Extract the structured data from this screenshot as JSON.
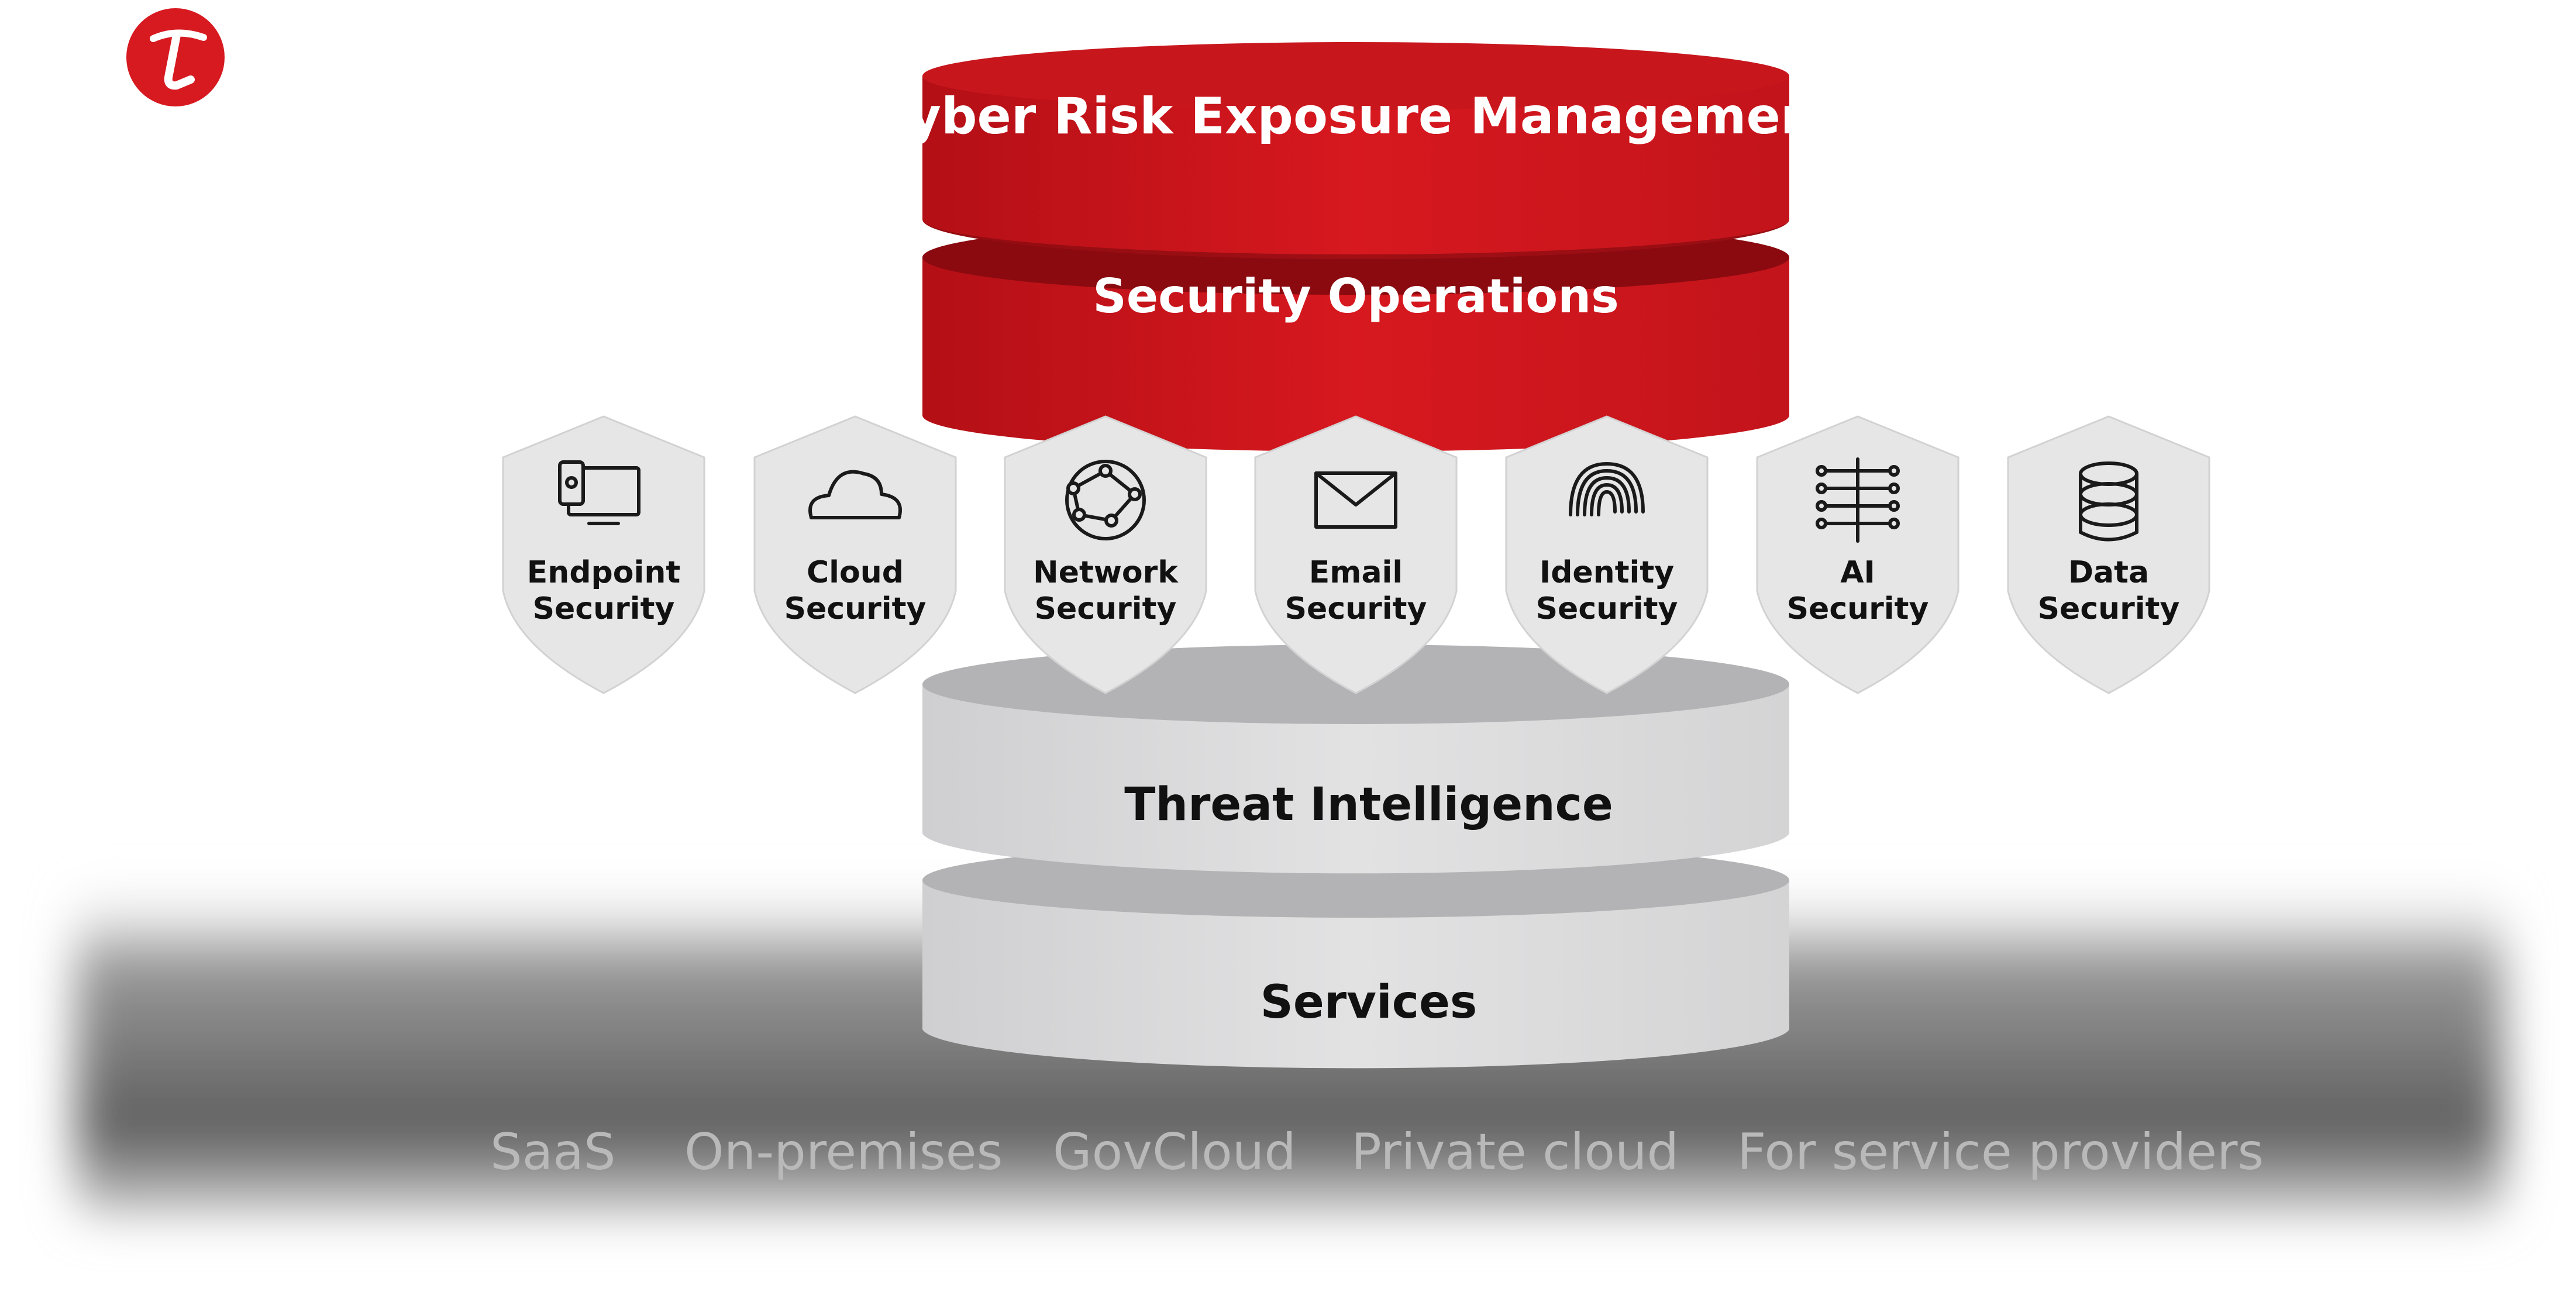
{
  "layers": {
    "top": "Cyber Risk Exposure Management",
    "second": "Security Operations",
    "third": "Threat Intelligence",
    "bottom": "Services"
  },
  "modules": [
    {
      "line1": "Endpoint",
      "line2": "Security",
      "icon": "endpoint-device-icon"
    },
    {
      "line1": "Cloud",
      "line2": "Security",
      "icon": "cloud-icon"
    },
    {
      "line1": "Network",
      "line2": "Security",
      "icon": "globe-network-icon"
    },
    {
      "line1": "Email",
      "line2": "Security",
      "icon": "envelope-icon"
    },
    {
      "line1": "Identity",
      "line2": "Security",
      "icon": "fingerprint-icon"
    },
    {
      "line1": "AI",
      "line2": "Security",
      "icon": "circuit-chip-icon"
    },
    {
      "line1": "Data",
      "line2": "Security",
      "icon": "database-icon"
    }
  ],
  "deployment_options": [
    "SaaS",
    "On-premises",
    "GovCloud",
    "Private cloud",
    "For service providers"
  ],
  "colors": {
    "red": "#c8161d",
    "dark_red": "#7a0a0e",
    "grey_layer": "#d9d9db",
    "shield": "#e6e6e7",
    "env_text": "#b9b9b9",
    "logo": "#d71920"
  }
}
